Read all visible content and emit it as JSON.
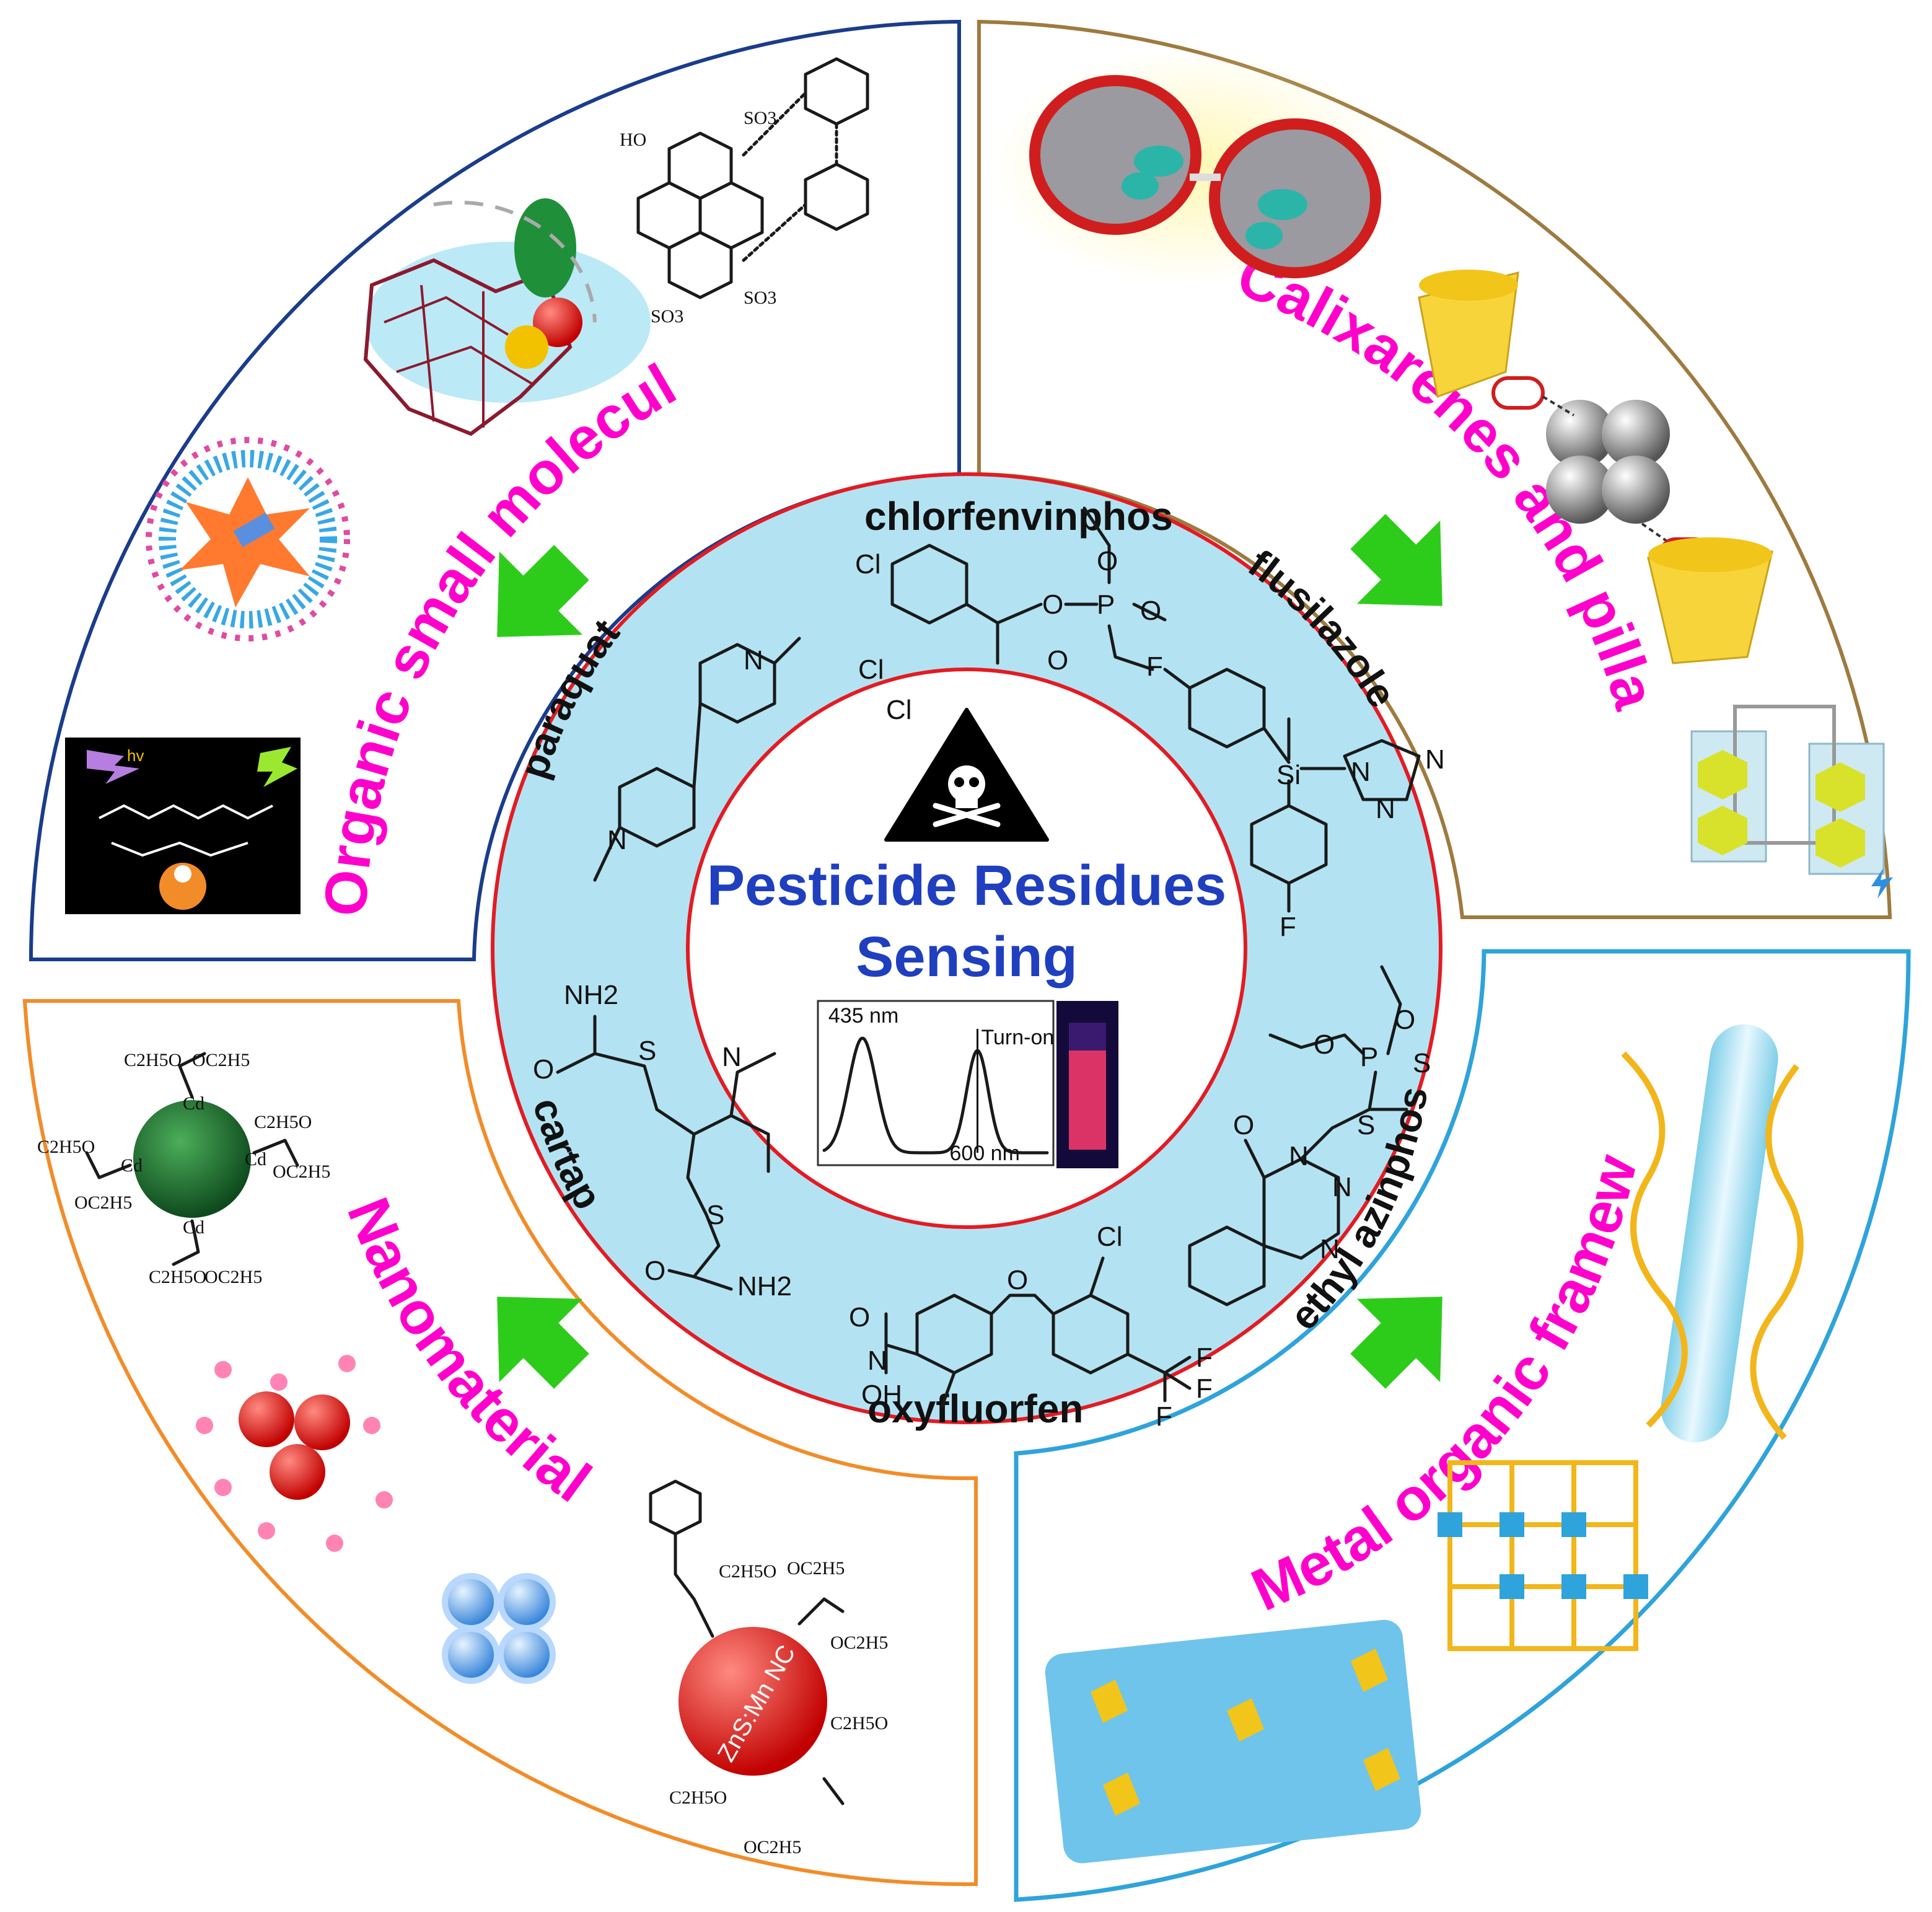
{
  "colors": {
    "quadrant_label": "#ff00cc",
    "center_title": "#1f3fbf",
    "ring_fill": "#b3e3f2",
    "ring_stroke": "#e31b23",
    "arrow": "#2ecc1a",
    "frame_organic": "#1a3c8c",
    "frame_calixarenes": "#9e7a3f",
    "frame_nano": "#f28c28",
    "frame_mof": "#2ea3dc"
  },
  "quadrants": {
    "organic": {
      "label": "Organic small molecules",
      "icon": "fluorescent-probe-icons"
    },
    "calixarenes": {
      "label": "Calixarenes  and pillararenes",
      "icon": "macrocycle-icons"
    },
    "mof": {
      "label": "Metal organic frameworks",
      "icon": "framework-icons"
    },
    "nano": {
      "label": "Nanomaterials",
      "icon": "nanoparticle-icons"
    }
  },
  "pesticides": {
    "chlorfenvinphos": "chlorfenvinphos",
    "flusilazole": "flusilazole",
    "paraquat": "paraquat",
    "cartap": "cartap",
    "ethyl_azinphos": "ethyl azinphos",
    "oxyfluorfen": "oxyfluorfen"
  },
  "center": {
    "title_line1": "Pesticide Residues",
    "title_line2": "Sensing",
    "icon": "skull-crossbones-icon"
  },
  "chart_data": {
    "type": "line",
    "title": "",
    "xlabel": "",
    "ylabel": "",
    "annotations": [
      "435 nm",
      "Turn-on",
      "600 nm"
    ],
    "peaks_nm": [
      435,
      600
    ]
  },
  "structure_labels": {
    "probe_hv": "hv",
    "nano_core": "ZnS:Mn NC",
    "nh2": "NH2",
    "o": "O",
    "cl": "Cl",
    "f": "F",
    "p": "P",
    "s": "S",
    "n": "N",
    "si": "Si",
    "oh": "OH",
    "ho": "HO",
    "so3": "SO3",
    "oc2h5": "OC2H5",
    "c2h5o": "C2H5O",
    "cd": "Cd"
  }
}
